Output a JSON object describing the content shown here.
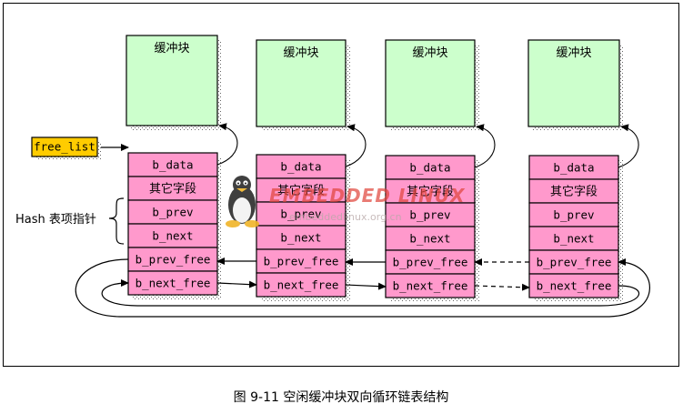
{
  "buffer_label": "缓冲块",
  "free_list_label": "free_list",
  "fields": [
    "b_data",
    "其它字段",
    "b_prev",
    "b_next",
    "b_prev_free",
    "b_next_free"
  ],
  "hash_label": "Hash 表项指针",
  "watermark": {
    "title": "EMBEDDED LINUX",
    "url": "embeddedlinux.org.cn"
  },
  "caption": "图 9-11 空闲缓冲块双向循环链表结构",
  "colors": {
    "buffer_fill": "#ccffcc",
    "field_fill": "#ff99cc",
    "free_list_fill": "#ffcc00",
    "shadow": "#8a8a8a"
  }
}
